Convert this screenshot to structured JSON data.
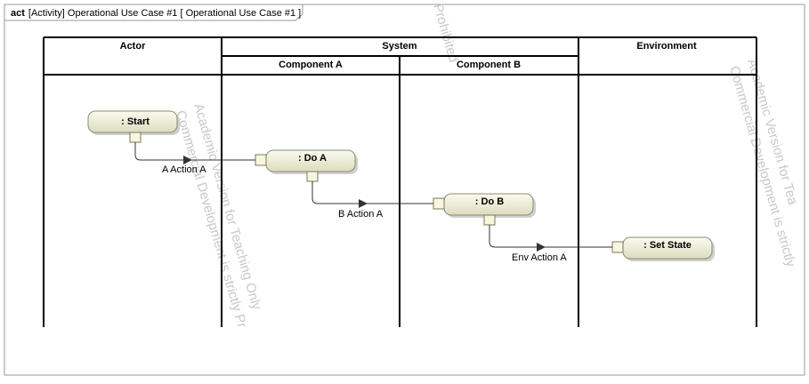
{
  "frame": {
    "keyword": "act",
    "title": "[Activity] Operational Use Case #1 [ Operational Use Case #1 ]"
  },
  "lanes": {
    "actor": "Actor",
    "system": "System",
    "component_a": "Component A",
    "component_b": "Component B",
    "environment": "Environment"
  },
  "actions": {
    "start": ": Start",
    "do_a": ": Do A",
    "do_b": ": Do B",
    "set_state": ": Set State"
  },
  "flows": {
    "a_action": "A Action A",
    "b_action": "B Action A",
    "env_action": "Env Action A"
  },
  "watermarks": {
    "left_line1": "Academic Version for Teaching Only",
    "left_line2": "Commercial Development is strictly Pr",
    "mid_line": "Prohibited",
    "right_line1": "Academic Version for Tea",
    "right_line2": "Commercial Development is strictly"
  },
  "colors": {
    "node_light": "#fbfbef",
    "node_dark": "#dcdcc0",
    "frame_border": "#9a9a9a"
  }
}
